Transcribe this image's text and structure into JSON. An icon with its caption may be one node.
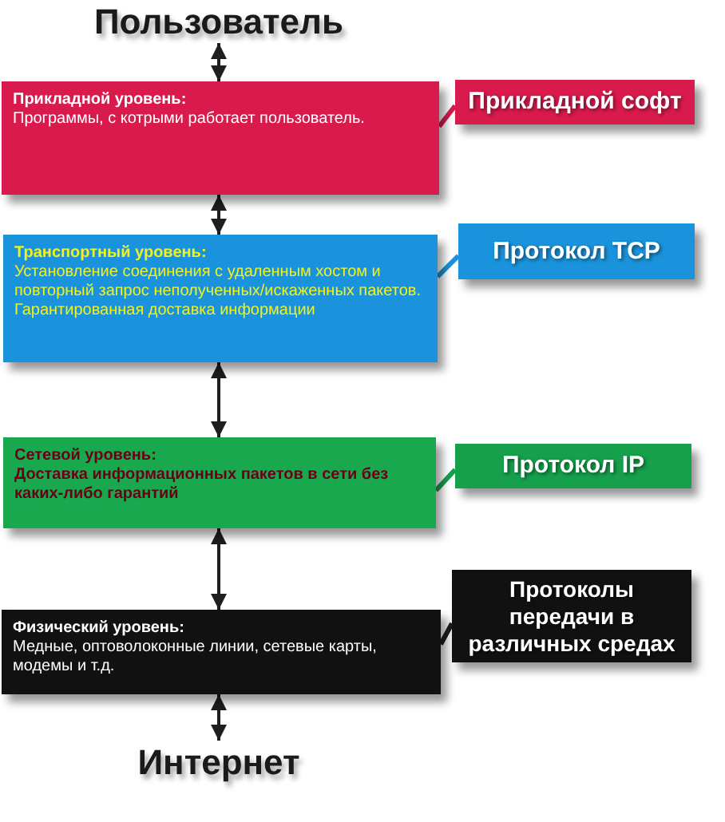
{
  "diagram": {
    "nodes": [
      {
        "text": [
          "Пользователь"
        ]
      },
      {
        "text": [
          "Прикладной уровень:",
          "Программы, с котрыми работает пользователь."
        ]
      },
      {
        "text": [
          "Прикладной софт"
        ]
      },
      {
        "text": [
          "Транспортный уровень:",
          "Установление соединения с удаленным хостом и повторный запрос неполученных/искаженных пакетов.",
          "Гарантированная доставка информации"
        ]
      },
      {
        "text": [
          "Протокол TCP"
        ]
      },
      {
        "text": [
          "Сетевой уровень:",
          "Доставка информационных пакетов в сети без каких-либо гарантий"
        ]
      },
      {
        "text": [
          "Протокол IP"
        ]
      },
      {
        "text": [
          "Физический уровень:",
          "Медные, оптоволоконные линии, сетевые карты, модемы и т.д."
        ]
      },
      {
        "text": [
          "Протоколы передачи в различных средах"
        ]
      },
      {
        "text": [
          "Интернет"
        ]
      }
    ],
    "edges": [
      {
        "from": 0,
        "to": 1,
        "arrow": "both"
      },
      {
        "from": 2,
        "to": 1,
        "arrow": "none",
        "color": "#d81b4c"
      },
      {
        "from": 1,
        "to": 3,
        "arrow": "both"
      },
      {
        "from": 4,
        "to": 3,
        "arrow": "none",
        "color": "#1a93dc"
      },
      {
        "from": 3,
        "to": 5,
        "arrow": "both"
      },
      {
        "from": 6,
        "to": 5,
        "arrow": "none",
        "color": "#16a04c"
      },
      {
        "from": 5,
        "to": 7,
        "arrow": "both"
      },
      {
        "from": 8,
        "to": 7,
        "arrow": "none"
      },
      {
        "from": 7,
        "to": 9,
        "arrow": "both"
      }
    ]
  }
}
